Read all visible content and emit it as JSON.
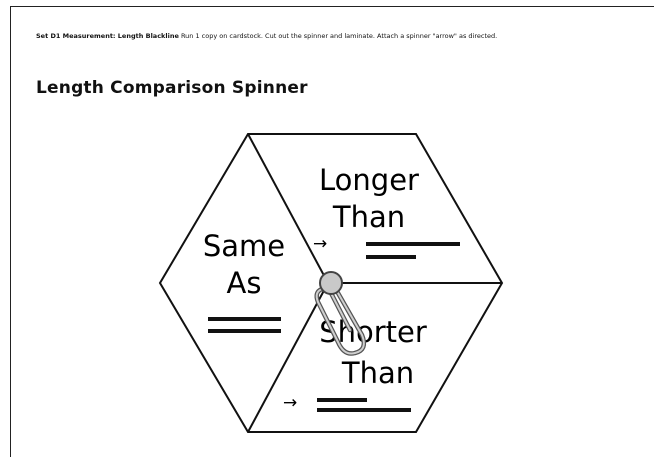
{
  "header": {
    "set_label": "Set D1 Measurement: Length Blackline",
    "instructions": "Run 1 copy on cardstock. Cut out the spinner and laminate. Attach a spinner \"arrow\" as directed."
  },
  "title": "Length Comparison Spinner",
  "spinner": {
    "sections": [
      {
        "id": "longer",
        "line1": "Longer",
        "line2": "Than",
        "arrow": "→"
      },
      {
        "id": "same",
        "line1": "Same",
        "line2": "As"
      },
      {
        "id": "shorter",
        "line1": "Shorter",
        "line2": "Than",
        "arrow": "→"
      }
    ]
  }
}
